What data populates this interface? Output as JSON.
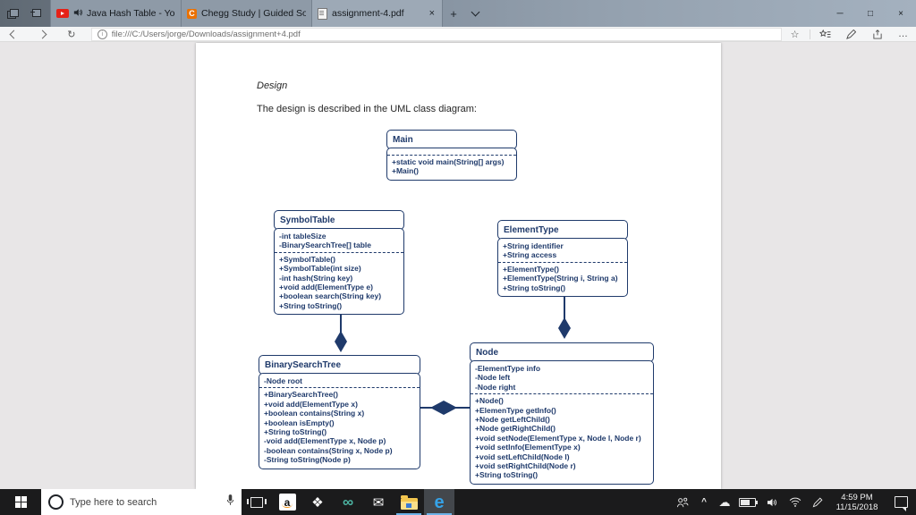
{
  "colors": {
    "accent_blue": "#6cb2e8",
    "uml_navy": "#1f3a6b",
    "youtube_red": "#e62117",
    "chegg_orange": "#eb7100",
    "edge_blue": "#35a3e8",
    "folder_yellow": "#f3c64f",
    "taskbar_bg": "#1b1b1c"
  },
  "browser": {
    "tabs": [
      {
        "title": "Java Hash Table - YouTu",
        "icon": "youtube",
        "audio_playing": true
      },
      {
        "title": "Chegg Study | Guided Solut",
        "icon": "chegg"
      },
      {
        "title": "assignment-4.pdf",
        "icon": "pdf",
        "active": true
      }
    ],
    "url": "file:///C:/Users/jorge/Downloads/assignment+4.pdf",
    "window": {
      "minimize": "─",
      "maximize": "□",
      "close": "×"
    }
  },
  "icons": {
    "close": "×",
    "plus": "+",
    "refresh": "↻",
    "star": "☆",
    "more": "…",
    "info": "i",
    "chegg_letter": "C",
    "amazon_letter": "a",
    "edge_letter": "e",
    "dropbox": "❖",
    "infinity": "∞",
    "mail": "✉",
    "cloud": "☁",
    "chevron_up": "^"
  },
  "pdf": {
    "heading": "Design",
    "intro": "The design is described in the UML class diagram:",
    "diagram": {
      "classes": [
        {
          "id": "main",
          "name": "Main",
          "attributes": [],
          "methods": [
            "+static void main(String[] args)",
            "+Main()"
          ]
        },
        {
          "id": "symboltable",
          "name": "SymbolTable",
          "attributes": [
            "-int tableSize",
            "-BinarySearchTree[] table"
          ],
          "methods": [
            "+SymbolTable()",
            "+SymbolTable(int size)",
            "-int hash(String key)",
            "+void add(ElementType e)",
            "+boolean search(String key)",
            "+String toString()"
          ]
        },
        {
          "id": "elementtype",
          "name": "ElementType",
          "attributes": [
            "+String identifier",
            "+String access"
          ],
          "methods": [
            "+ElementType()",
            "+ElementType(String i, String a)",
            "+String toString()"
          ]
        },
        {
          "id": "binarysearchtree",
          "name": "BinarySearchTree",
          "attributes": [
            "-Node root"
          ],
          "methods": [
            "+BinarySearchTree()",
            "+void add(ElementType x)",
            "+boolean contains(String x)",
            "+boolean isEmpty()",
            "+String toString()",
            "-void add(ElementType x, Node p)",
            "-boolean contains(String x, Node p)",
            "-String toString(Node p)"
          ]
        },
        {
          "id": "node",
          "name": "Node",
          "attributes": [
            "-ElementType info",
            "-Node left",
            "-Node right"
          ],
          "methods": [
            "+Node()",
            "+ElemenType getInfo()",
            "+Node getLeftChild()",
            "+Node getRightChild()",
            "+void setNode(ElementType x, Node l, Node r)",
            "+void setInfo(ElementType x)",
            "+void setLeftChild(Node l)",
            "+void setRightChild(Node r)",
            "+String toString()"
          ]
        }
      ],
      "relations": [
        {
          "from": "SymbolTable",
          "to": "BinarySearchTree",
          "type": "composition"
        },
        {
          "from": "ElementType",
          "to": "Node",
          "type": "composition"
        },
        {
          "from": "BinarySearchTree",
          "to": "Node",
          "type": "composition"
        }
      ]
    }
  },
  "taskbar": {
    "search_placeholder": "Type here to search",
    "clock": {
      "time": "4:59 PM",
      "date": "11/15/2018"
    }
  }
}
